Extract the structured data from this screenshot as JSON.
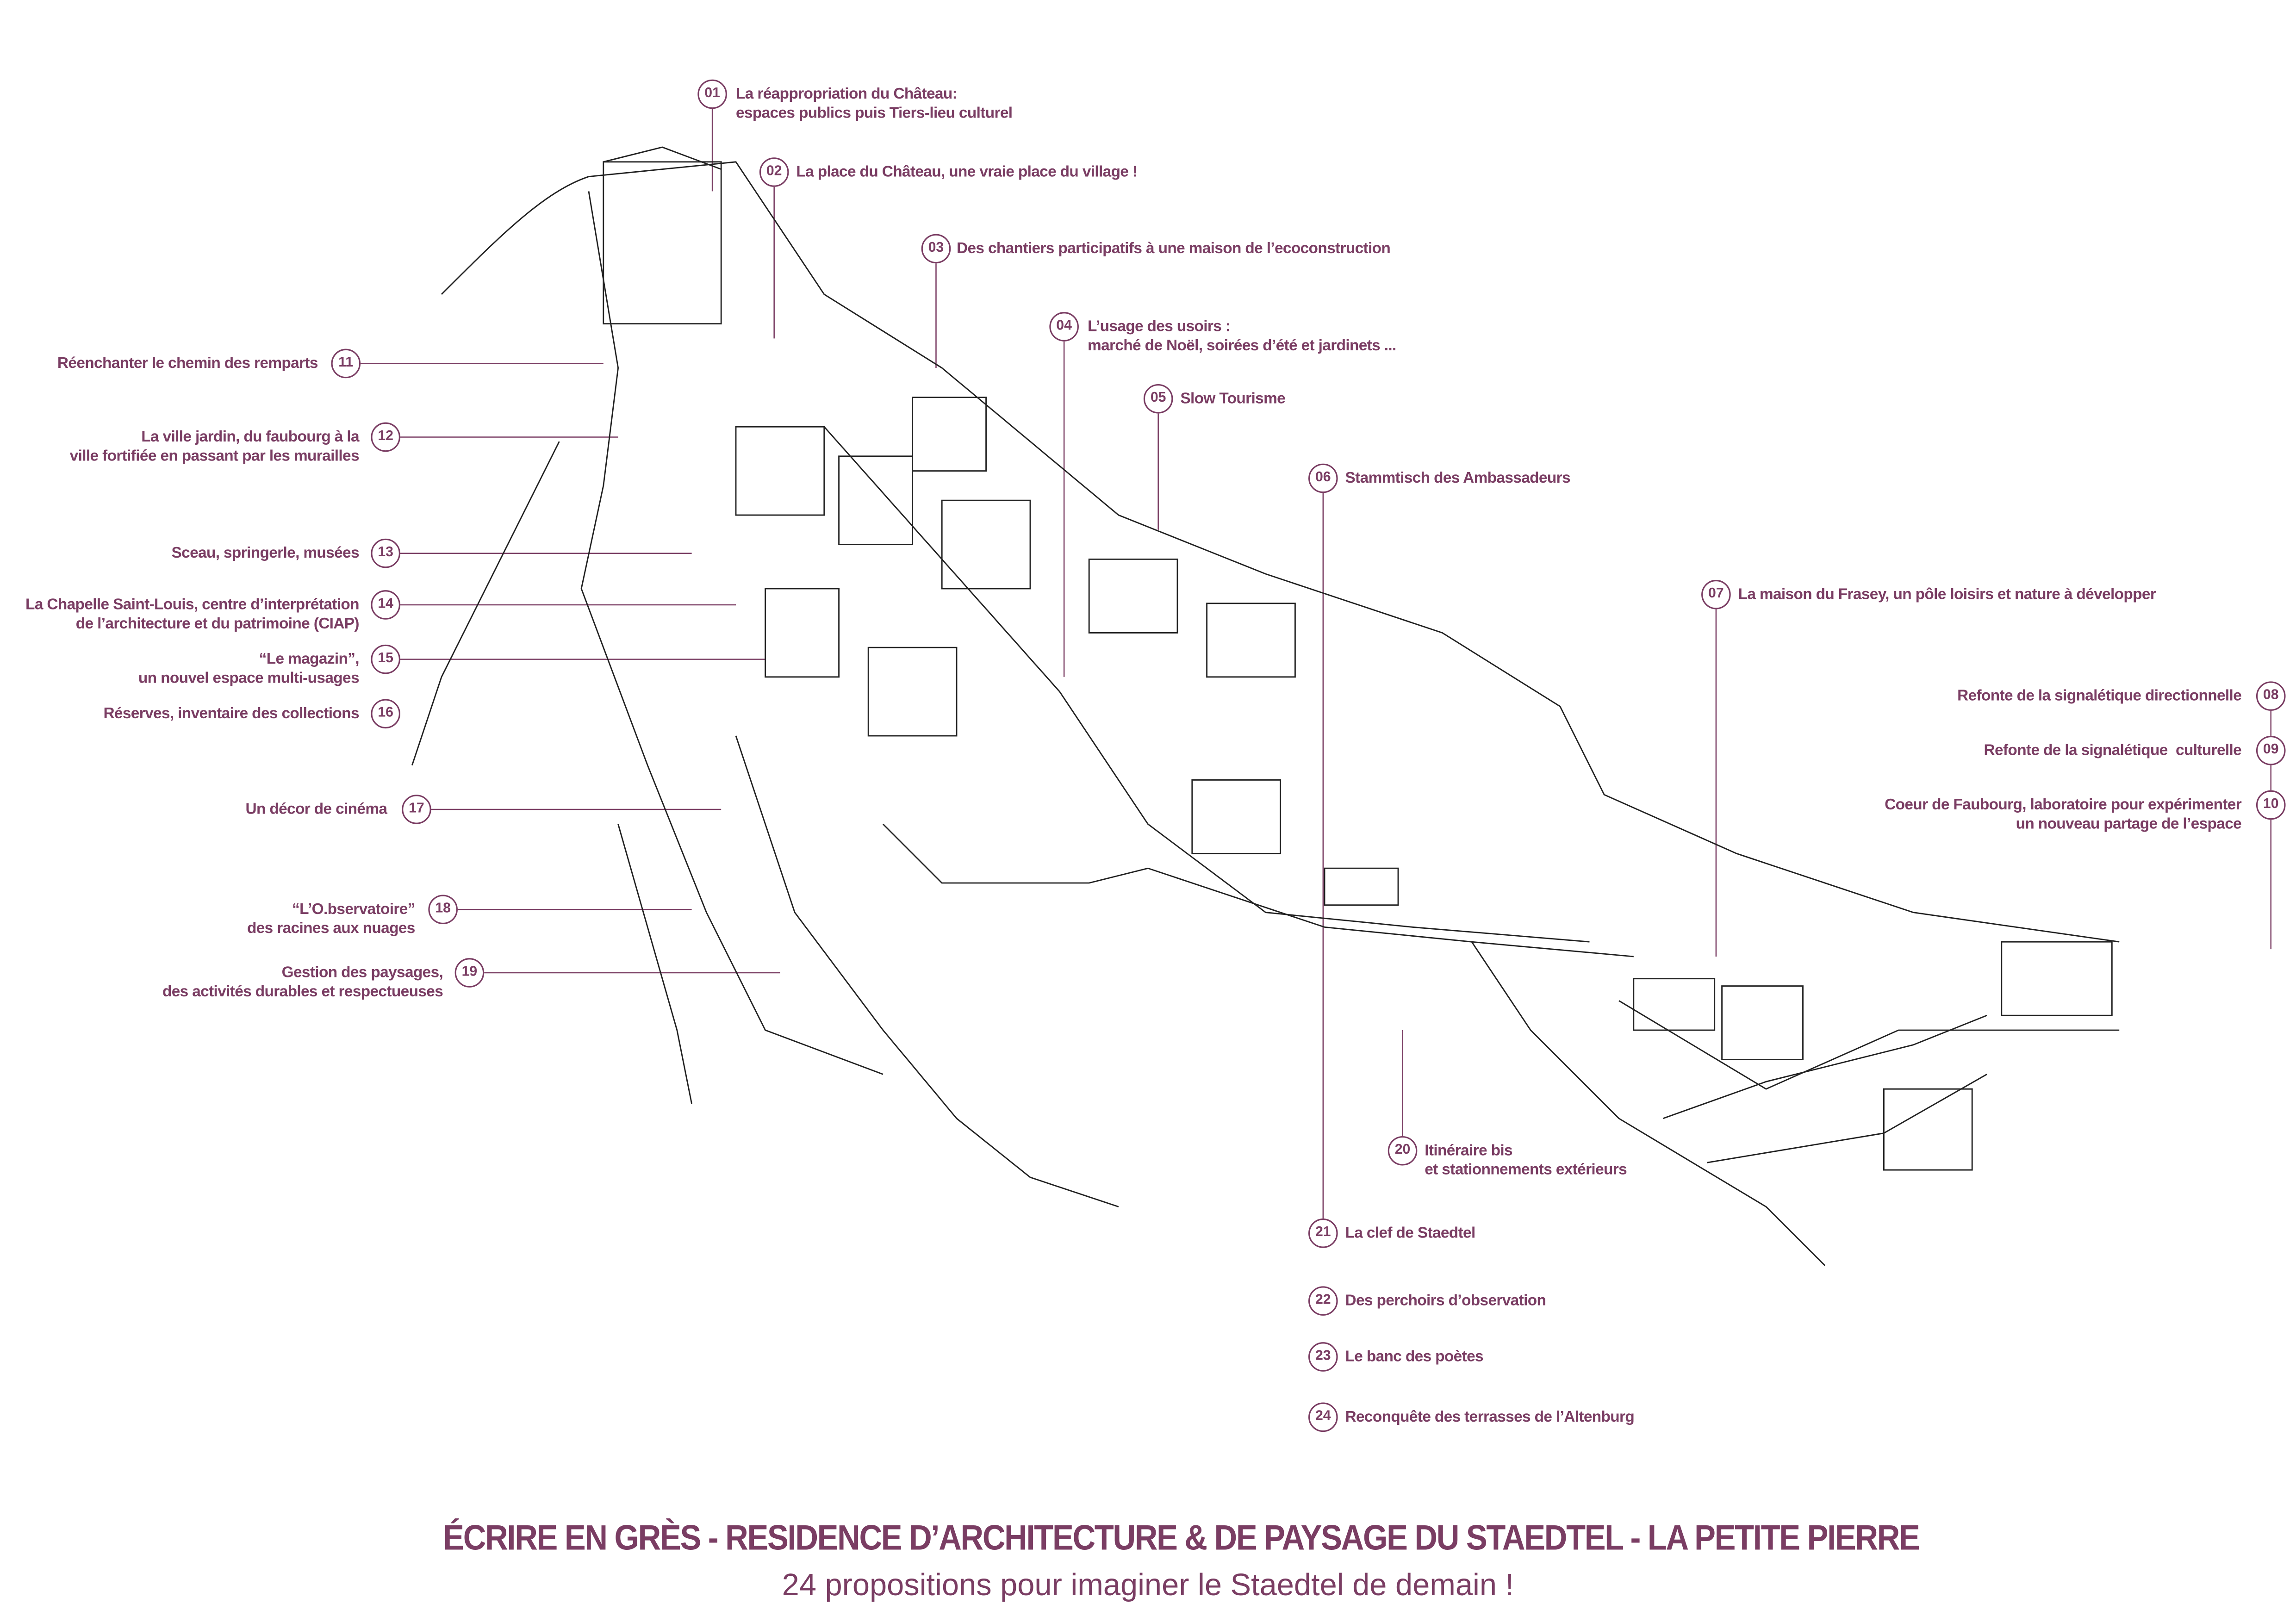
{
  "colors": {
    "accent": "#7a3d63",
    "ink": "#222222"
  },
  "title": "ÉCRIRE EN GRÈS - RESIDENCE D’ARCHITECTURE & DE PAYSAGE DU STAEDTEL - LA PETITE PIERRE",
  "subtitle": "24 propositions pour imaginer le Staedtel de demain !",
  "items": [
    {
      "n": "01",
      "text": "La réappropriation du Château:\nespaces publics puis Tiers-lieu culturel"
    },
    {
      "n": "02",
      "text": "La place du Château, une vraie place du village !"
    },
    {
      "n": "03",
      "text": "Des chantiers participatifs à une maison de l’ecoconstruction"
    },
    {
      "n": "04",
      "text": "L’usage des usoirs :\nmarché de Noël, soirées d’été et jardinets ..."
    },
    {
      "n": "05",
      "text": "Slow Tourisme"
    },
    {
      "n": "06",
      "text": "Stammtisch des Ambassadeurs"
    },
    {
      "n": "07",
      "text": "La maison du Frasey, un pôle loisirs et nature à développer"
    },
    {
      "n": "08",
      "text": "Refonte de la signalétique directionnelle"
    },
    {
      "n": "09",
      "text": "Refonte de la signalétique  culturelle"
    },
    {
      "n": "10",
      "text": "Coeur de Faubourg, laboratoire pour expérimenter\nun nouveau partage de l’espace"
    },
    {
      "n": "11",
      "text": "Réenchanter le chemin des remparts"
    },
    {
      "n": "12",
      "text": "La ville jardin, du faubourg à la\nville fortifiée en passant par les murailles"
    },
    {
      "n": "13",
      "text": "Sceau, springerle, musées"
    },
    {
      "n": "14",
      "text": "La Chapelle Saint-Louis, centre d’interprétation\nde l’architecture et du patrimoine (CIAP)"
    },
    {
      "n": "15",
      "text": "“Le magazin”,\nun nouvel espace multi-usages"
    },
    {
      "n": "16",
      "text": "Réserves, inventaire des collections"
    },
    {
      "n": "17",
      "text": "Un décor de cinéma"
    },
    {
      "n": "18",
      "text": "“L’O.bservatoire”\ndes racines aux nuages"
    },
    {
      "n": "19",
      "text": "Gestion des paysages,\ndes activités durables et respectueuses"
    },
    {
      "n": "20",
      "text": "Itinéraire bis\net stationnements extérieurs"
    },
    {
      "n": "21",
      "text": "La clef de Staedtel"
    },
    {
      "n": "22",
      "text": "Des perchoirs d’observation"
    },
    {
      "n": "23",
      "text": "Le banc des poètes"
    },
    {
      "n": "24",
      "text": "Reconquête des terrasses de l’Altenburg"
    }
  ]
}
